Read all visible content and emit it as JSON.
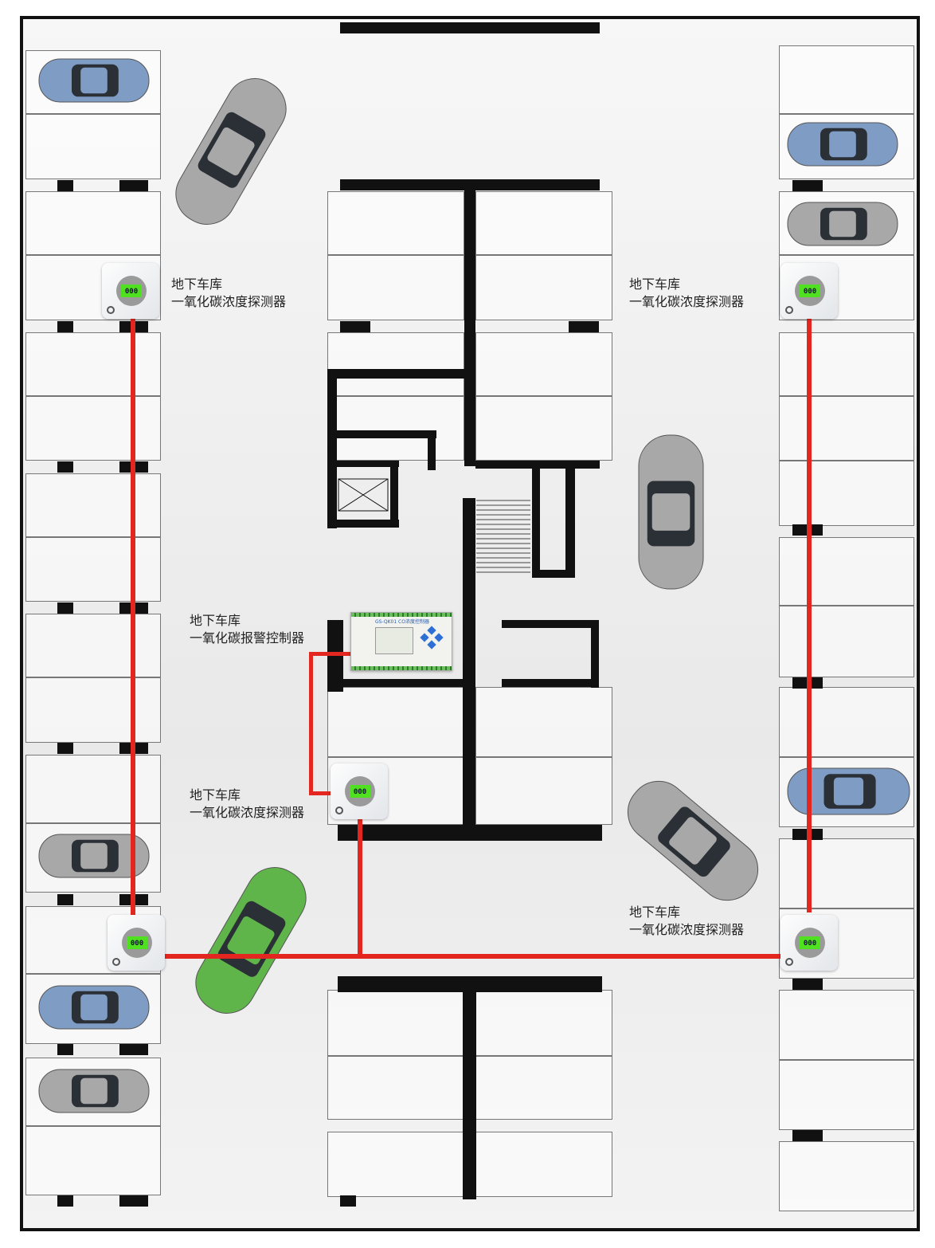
{
  "labels": {
    "detector_line1": "地下车库",
    "detector_line2": "一氧化碳浓度探测器",
    "controller_line1": "地下车库",
    "controller_line2": "一氧化碳报警控制器"
  },
  "detector": {
    "display": "000"
  },
  "controller": {
    "title": "GS-QK01 CO浓度控制器"
  },
  "colors": {
    "wire": "#e3261f",
    "wall": "#111111",
    "lcd": "#4fe020",
    "car_blue": "#7f9cc4",
    "car_silver": "#a8a8a8",
    "car_green": "#5fb54a"
  }
}
